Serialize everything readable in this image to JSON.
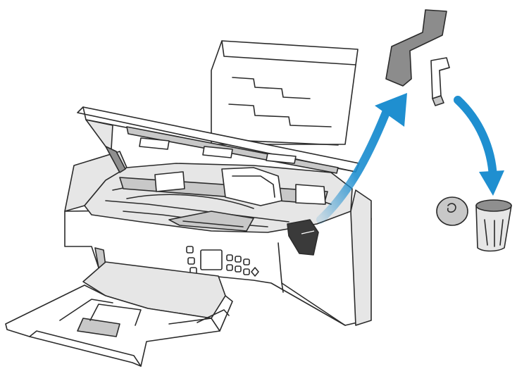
{
  "figure": {
    "kind": "instruction-illustration",
    "subject": "printer-with-opened-scanner-unit",
    "steps": [
      {
        "action": "remove",
        "item": "protective-tape",
        "icon": "tape-strip-icon"
      },
      {
        "action": "remove",
        "item": "protective-material",
        "icon": "protective-clip-icon"
      },
      {
        "action": "discard",
        "item": "protective-material",
        "icon": "trash-can-icon"
      }
    ],
    "colors": {
      "line": "#2b2b2b",
      "body_fill": "#ffffff",
      "shade_light": "#e6e6e6",
      "shade_mid": "#c8c8c8",
      "shade_dark": "#8f8f8f",
      "tape": "#8c8c8c",
      "arrow": "#1f8fd0",
      "highlight": "#3a3a3a"
    }
  }
}
